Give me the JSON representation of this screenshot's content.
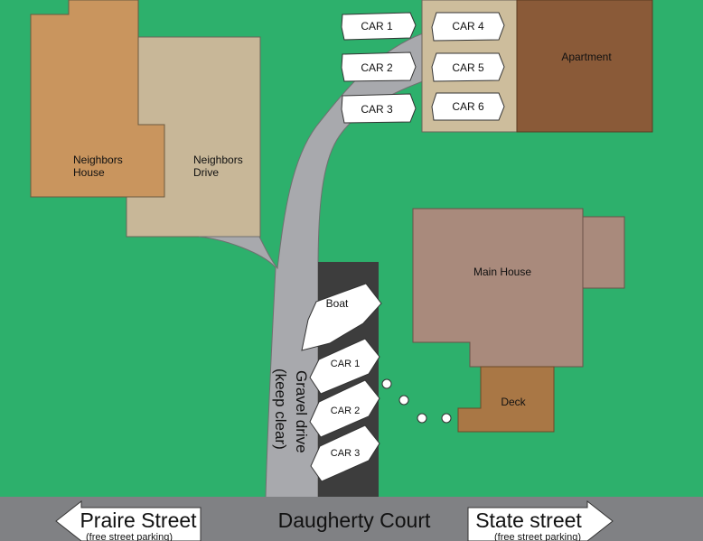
{
  "colors": {
    "grass": "#2db06c",
    "neighbors_house": "#c9955e",
    "neighbors_drive": "#c8b798",
    "apartment": "#8a5a38",
    "apartment_lot": "#cdbd9c",
    "main_house": "#a98a7c",
    "deck": "#a97745",
    "gravel": "#a8a9ad",
    "parking_strip": "#3d3d3d",
    "road": "#808184",
    "car": "#ffffff"
  },
  "buildings": {
    "neighbors_house": {
      "line1": "Neighbors",
      "line2": "House"
    },
    "neighbors_drive": {
      "line1": "Neighbors",
      "line2": "Drive"
    },
    "apartment": "Apartment",
    "main_house": "Main House",
    "deck": "Deck"
  },
  "apartment_parking": [
    "CAR 1",
    "CAR 2",
    "CAR 3",
    "CAR 4",
    "CAR 5",
    "CAR 6"
  ],
  "drive_parking": {
    "boat": "Boat",
    "cars": [
      "CAR 1",
      "CAR 2",
      "CAR 3"
    ]
  },
  "gravel_drive": {
    "line1": "Gravel drive",
    "line2": "(keep clear)"
  },
  "street": {
    "name": "Daugherty Court",
    "left_sign": {
      "name": "Praire Street",
      "note": "(free street parking)"
    },
    "right_sign": {
      "name": "State street",
      "note": "(free street parking)"
    }
  }
}
